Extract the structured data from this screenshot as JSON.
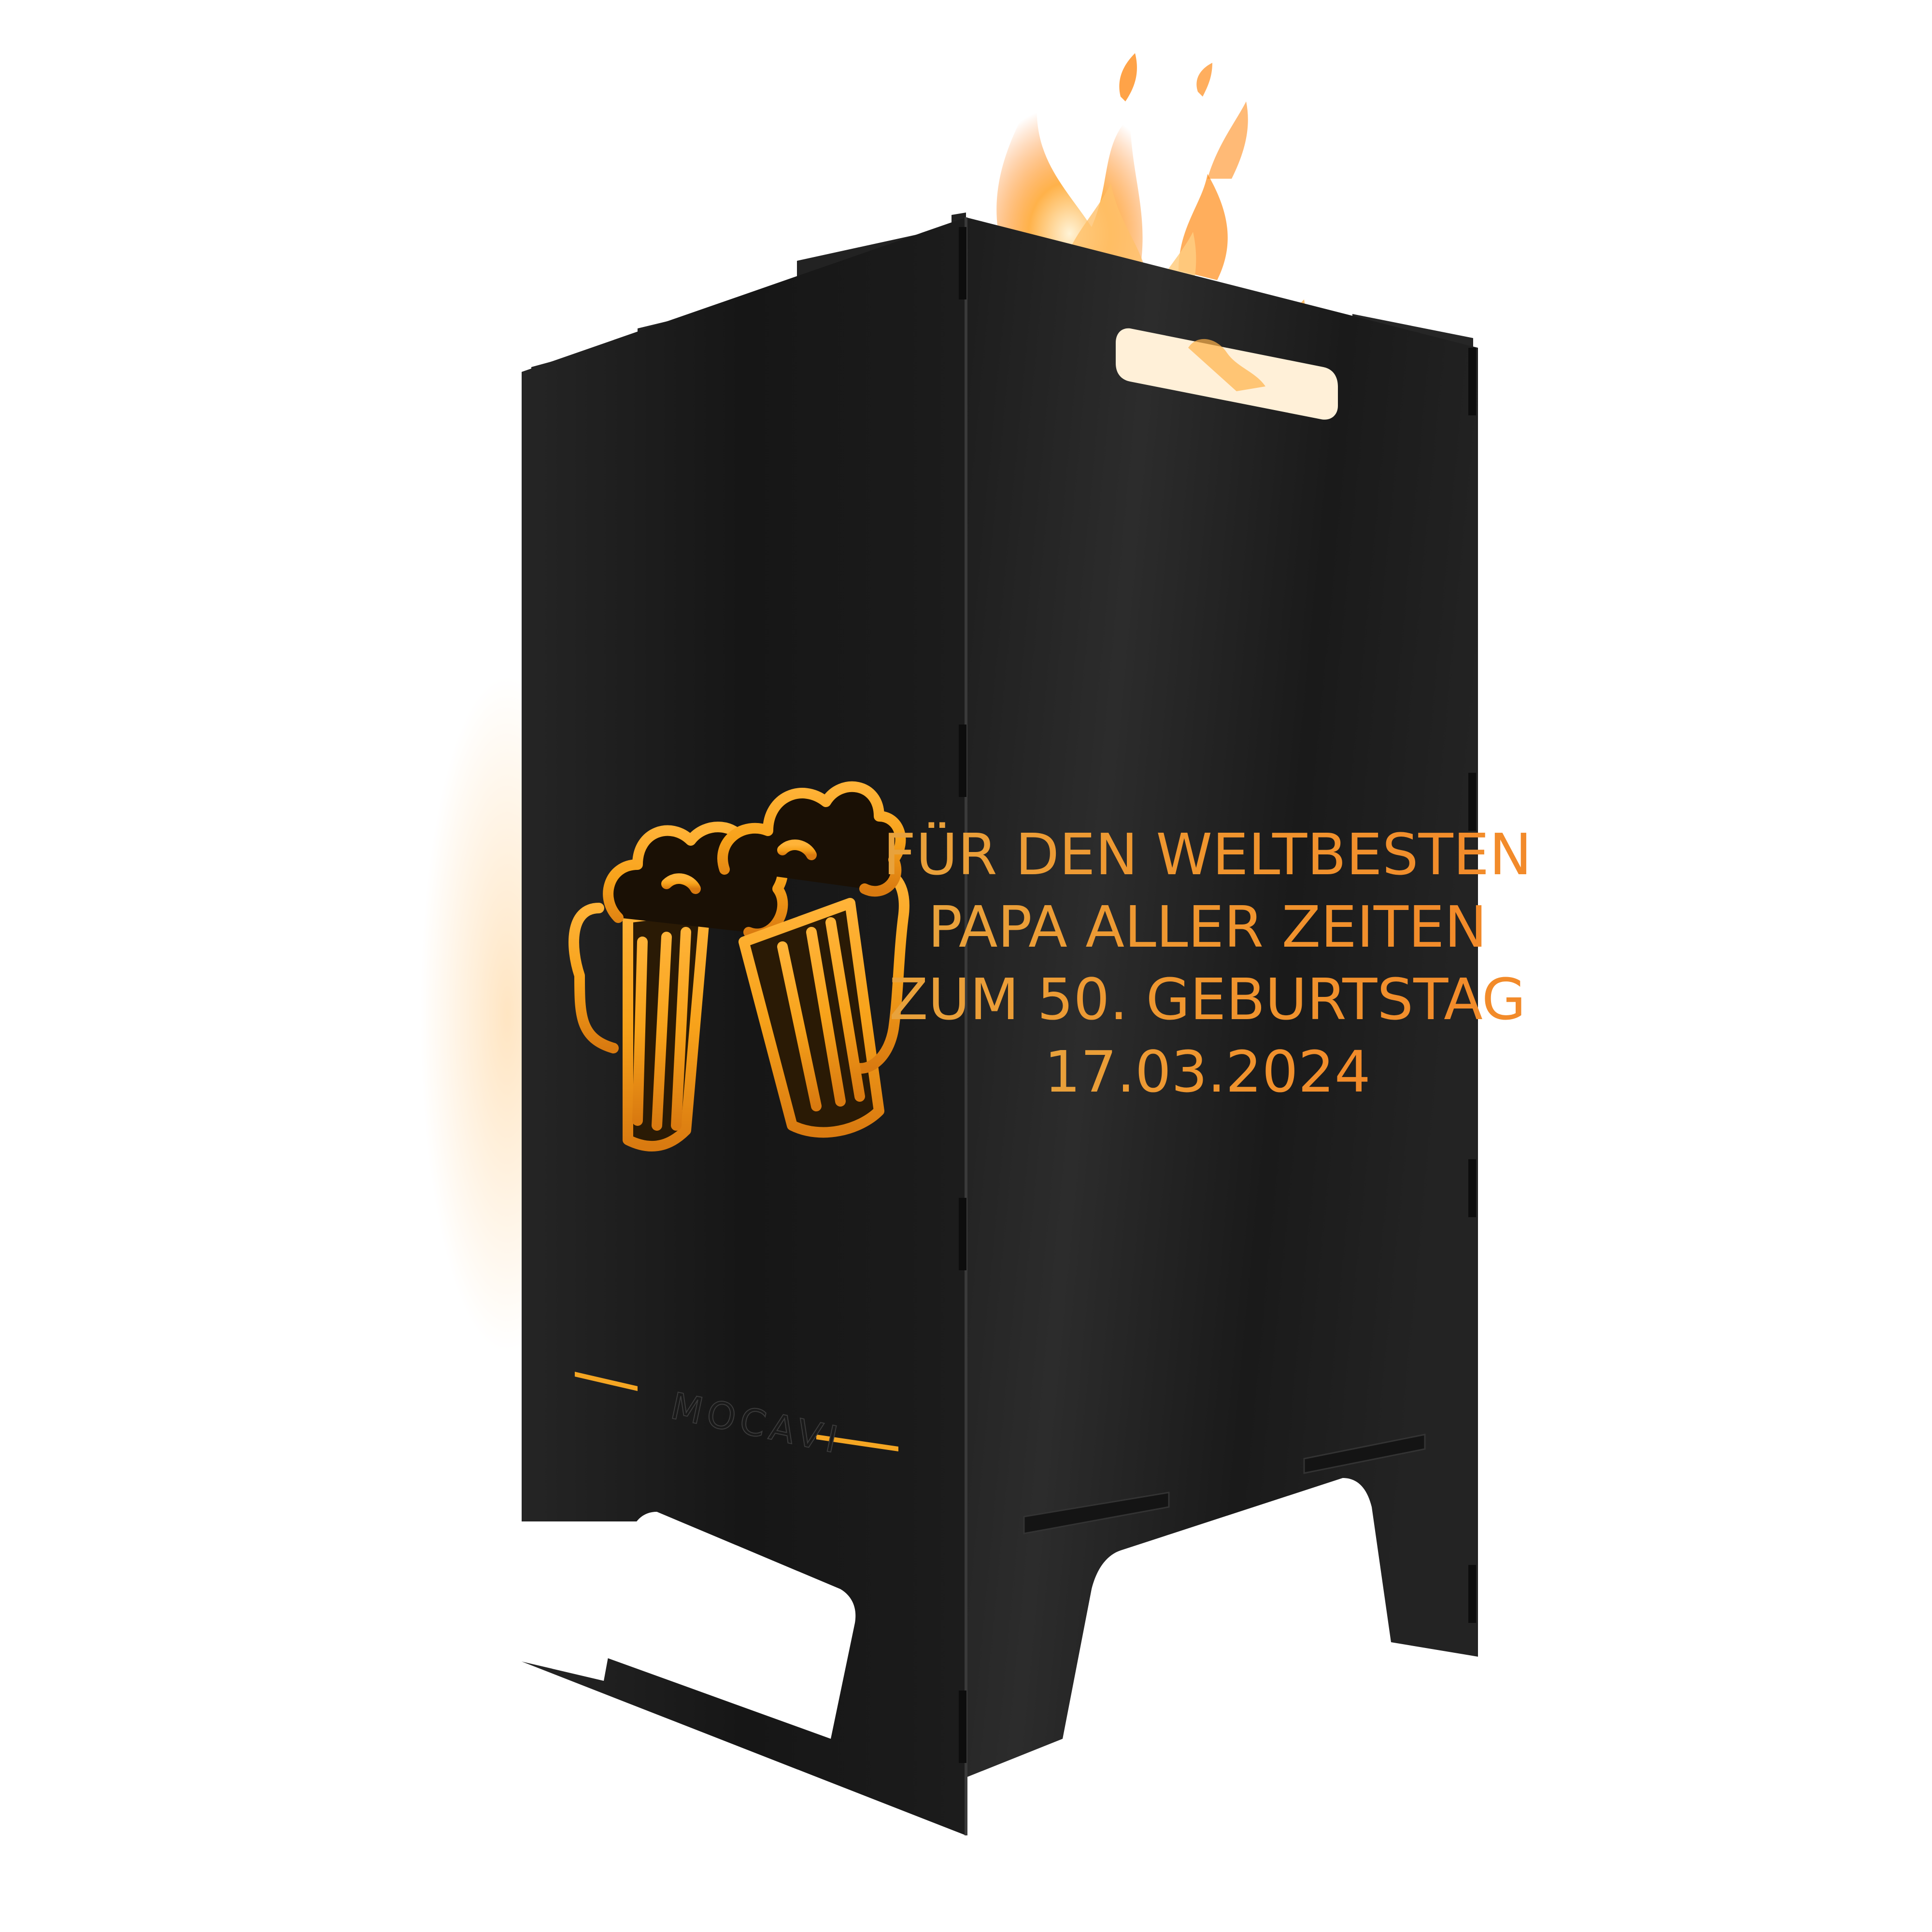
{
  "product": {
    "type": "fire-basket",
    "brand": "MOCAVI",
    "engraving": {
      "lines": [
        "FÜR DEN WELTBESTEN",
        "PAPA ALLER ZEITEN",
        "ZUM 50. GEBURTSTAG",
        "17.03.2024"
      ]
    },
    "motif": "beer-mugs-cheers-icon",
    "colors": {
      "steel": "#1c1c1c",
      "glow": "#f5a623",
      "flame": "#ff8c1a",
      "background": "#ffffff"
    }
  }
}
